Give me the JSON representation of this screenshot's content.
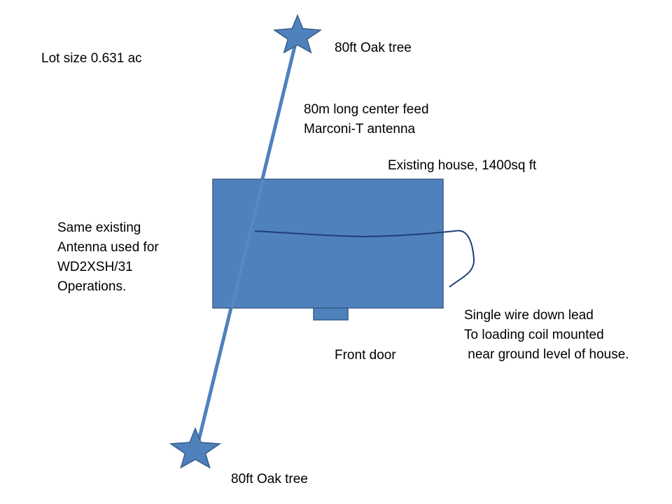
{
  "labels": {
    "lot_size": "Lot size 0.631 ac",
    "tree_top": "80ft Oak tree",
    "tree_bottom": "80ft Oak tree",
    "antenna_line1": "80m long center feed",
    "antenna_line2": "Marconi-T antenna",
    "house": "Existing house, 1400sq ft",
    "same_antenna_line1": "Same existing",
    "same_antenna_line2": "Antenna used for",
    "same_antenna_line3": "WD2XSH/31",
    "same_antenna_line4": "Operations.",
    "front_door": "Front door",
    "down_lead_line1": "Single wire down lead",
    "down_lead_line2": "To loading coil mounted",
    "down_lead_line3": " near ground level of house."
  },
  "icons": {
    "tree_top": "star-icon",
    "tree_bottom": "star-icon"
  },
  "colors": {
    "shape_fill": "#4f81bd",
    "shape_stroke": "#385d8a",
    "wire": "#1f3f7a",
    "text": "#000000",
    "background": "#ffffff"
  }
}
